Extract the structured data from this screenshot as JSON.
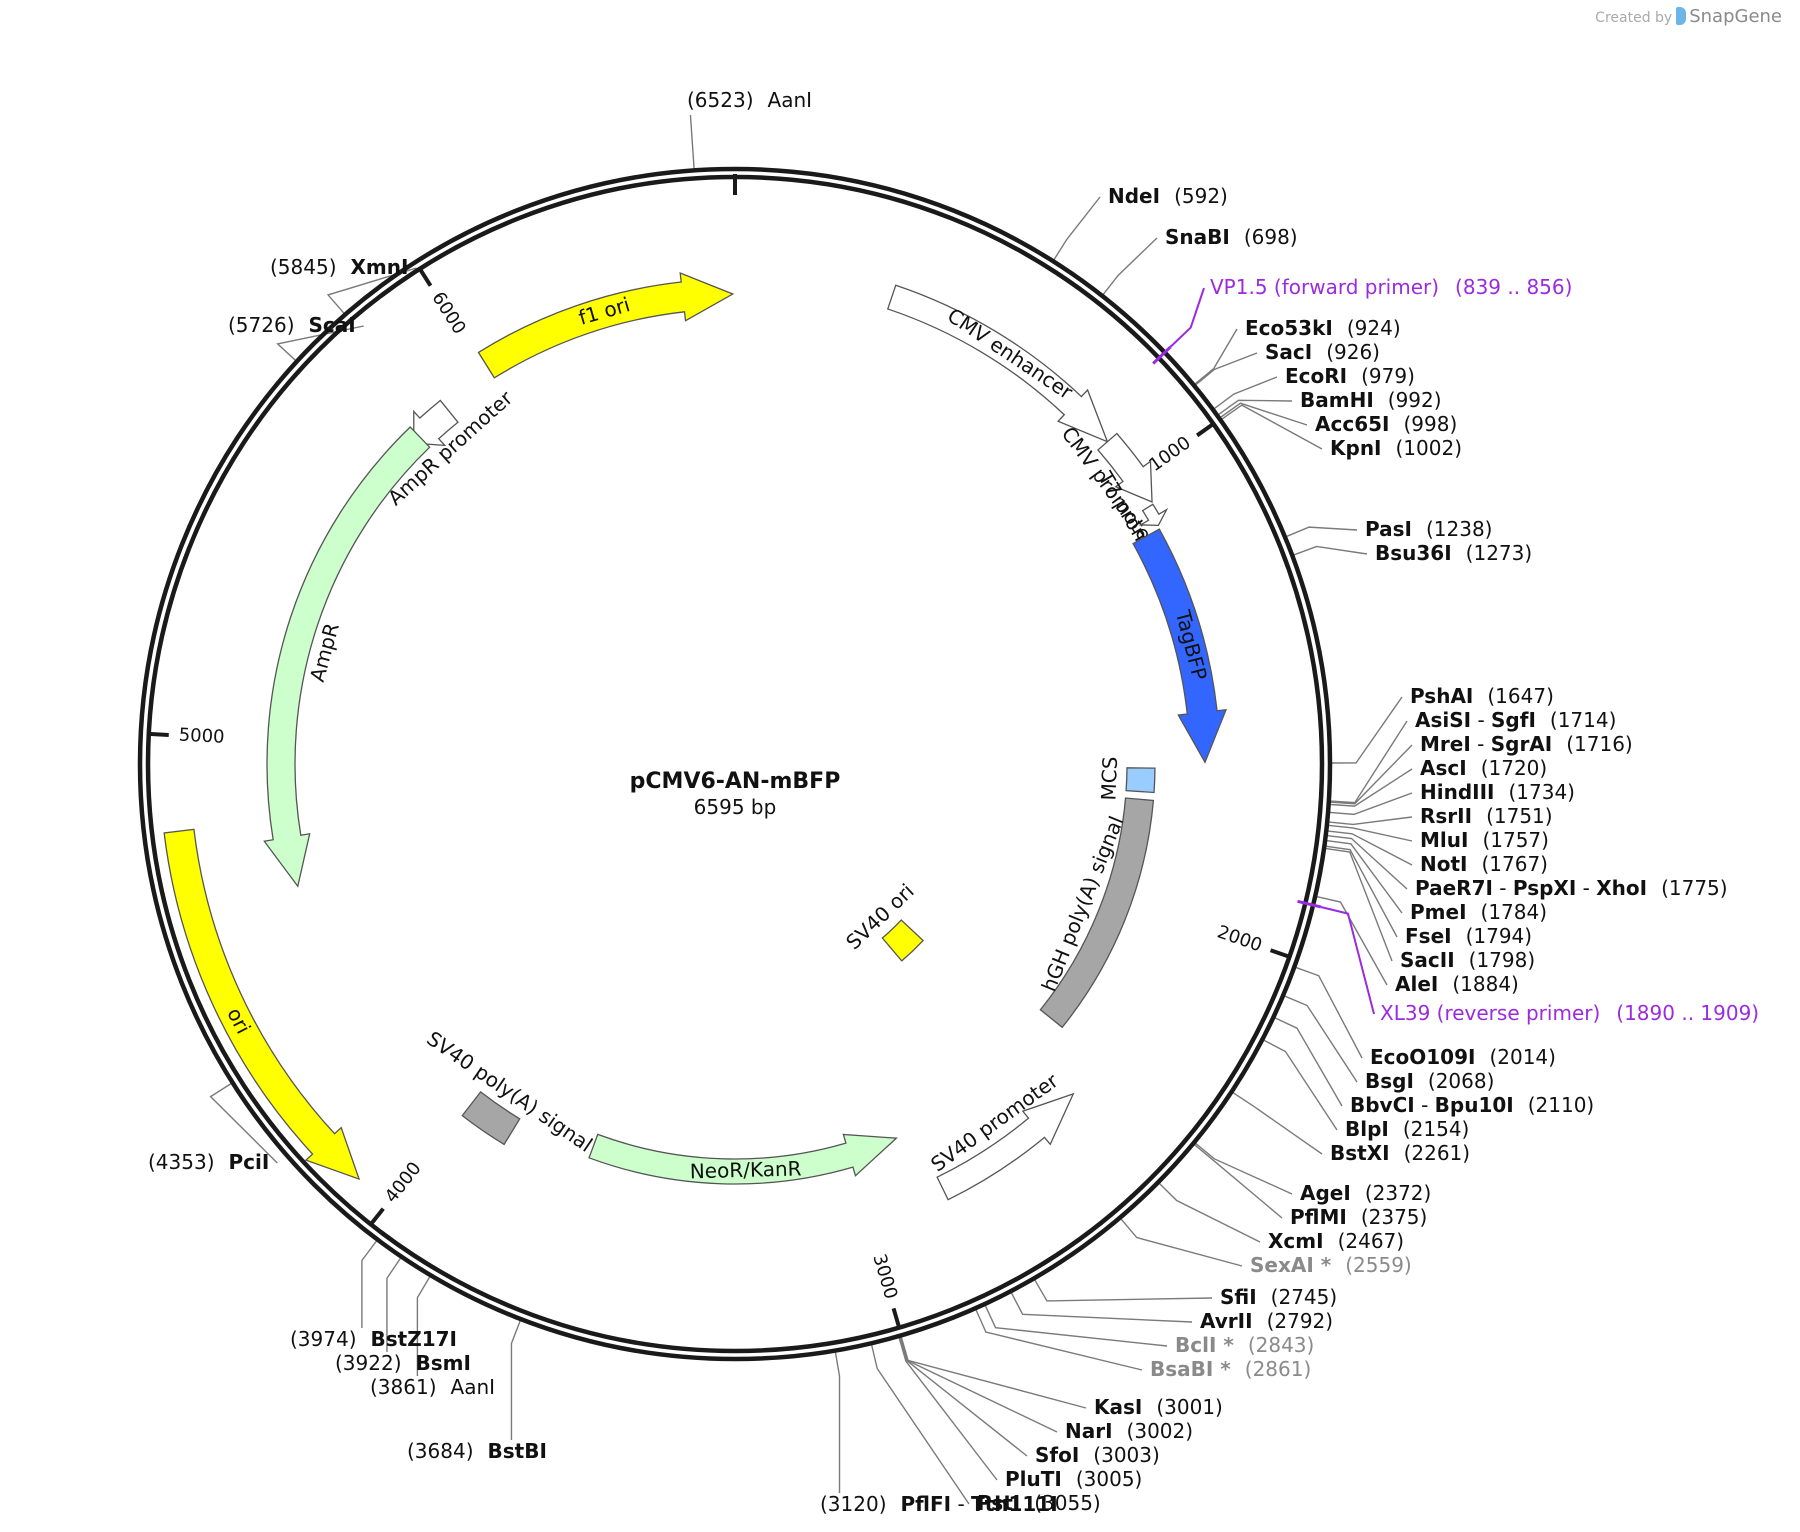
{
  "header": {
    "created_by": "Created by",
    "brand": "SnapGene"
  },
  "plasmid": {
    "name": "pCMV6-AN-mBFP",
    "length_text": "6595 bp",
    "length_bp": 6595
  },
  "colors": {
    "backbone": "#1a1a1a",
    "primer": "#9b2be0",
    "site_line": "#7a7a7a",
    "yellow": "#ffff00",
    "green": "#ccffcc",
    "blue": "#3366ff",
    "light_blue": "#99ccff",
    "gray": "#a6a6a6",
    "white": "#ffffff"
  },
  "ticks": [
    {
      "bp": 1000,
      "label": "1000"
    },
    {
      "bp": 2000,
      "label": "2000"
    },
    {
      "bp": 3000,
      "label": "3000"
    },
    {
      "bp": 4000,
      "label": "4000"
    },
    {
      "bp": 5000,
      "label": "5000"
    },
    {
      "bp": 6000,
      "label": "6000"
    }
  ],
  "features": [
    {
      "name": "f1 ori",
      "start": 6010,
      "end": 6590,
      "dir": 1,
      "color": "#ffff00",
      "label_mode": "inside"
    },
    {
      "name": "AmpR promoter",
      "start": 5770,
      "end": 5880,
      "dir": -1,
      "color": "#ffffff",
      "label_mode": "inside-left"
    },
    {
      "name": "AmpR",
      "start": 4660,
      "end": 5790,
      "dir": -1,
      "color": "#ccffcc",
      "label_mode": "inside-left"
    },
    {
      "name": "ori",
      "start": 4070,
      "end": 4820,
      "dir": -1,
      "color": "#ffff00",
      "label_mode": "inside"
    },
    {
      "name": "CMV enhancer",
      "start": 340,
      "end": 900,
      "dir": 1,
      "color": "#ffffff",
      "label_mode": "inside"
    },
    {
      "name": "CMV promoter",
      "start": 900,
      "end": 1060,
      "dir": 1,
      "color": "#ffffff",
      "label_mode": "inside-left"
    },
    {
      "name": "T7 promoter",
      "start": 1065,
      "end": 1110,
      "dir": 1,
      "color": "#ffffff",
      "label_mode": "inside-left"
    },
    {
      "name": "TagBFP",
      "start": 1118,
      "end": 1645,
      "dir": 1,
      "color": "#3366ff",
      "label_mode": "inside"
    },
    {
      "name": "MCS",
      "start": 1659,
      "end": 1720,
      "dir": 0,
      "color": "#99ccff",
      "label_mode": "inside-left"
    },
    {
      "name": "hGH poly(A) signal",
      "start": 1740,
      "end": 2360,
      "dir": 0,
      "color": "#a6a6a6",
      "label_mode": "inside-left"
    },
    {
      "name": "SV40 ori",
      "start": 2440,
      "end": 2560,
      "dir": 0,
      "color": "#ffff00",
      "label_mode": "inside-left"
    },
    {
      "name": "SV40 promoter",
      "start": 2460,
      "end": 2820,
      "dir": -1,
      "color": "#ffffff",
      "label_mode": "inside-left"
    },
    {
      "name": "NeoR/KanR",
      "start": 2870,
      "end": 3670,
      "dir": -1,
      "color": "#ccffcc",
      "label_mode": "inside"
    },
    {
      "name": "SV40 poly(A) signal",
      "start": 3870,
      "end": 3990,
      "dir": 0,
      "color": "#a6a6a6",
      "label_mode": "inside-left"
    }
  ],
  "primers": [
    {
      "name": "VP1.5 (forward primer)",
      "range": "(839 .. 856)",
      "bp": 847,
      "dir": 1
    },
    {
      "name": "XL39 (reverse primer)",
      "range": "(1890 .. 1909)",
      "bp": 1900,
      "dir": -1
    }
  ],
  "sites_right": [
    {
      "text": [
        [
          "NdeI",
          true
        ]
      ],
      "pos": "(592)",
      "bp": 592
    },
    {
      "text": [
        [
          "SnaBI",
          true
        ]
      ],
      "pos": "(698)",
      "bp": 698
    },
    {
      "text": [
        [
          "Eco53kI",
          true
        ]
      ],
      "pos": "(924)",
      "bp": 924
    },
    {
      "text": [
        [
          "SacI",
          true
        ]
      ],
      "pos": "(926)",
      "bp": 926
    },
    {
      "text": [
        [
          "EcoRI",
          true
        ]
      ],
      "pos": "(979)",
      "bp": 979
    },
    {
      "text": [
        [
          "BamHI",
          true
        ]
      ],
      "pos": "(992)",
      "bp": 992
    },
    {
      "text": [
        [
          "Acc65I",
          true
        ]
      ],
      "pos": "(998)",
      "bp": 998
    },
    {
      "text": [
        [
          "KpnI",
          true
        ]
      ],
      "pos": "(1002)",
      "bp": 1002
    },
    {
      "text": [
        [
          "PasI",
          true
        ]
      ],
      "pos": "(1238)",
      "bp": 1238
    },
    {
      "text": [
        [
          "Bsu36I",
          true
        ]
      ],
      "pos": "(1273)",
      "bp": 1273
    },
    {
      "text": [
        [
          "PshAI",
          true
        ]
      ],
      "pos": "(1647)",
      "bp": 1647
    },
    {
      "text": [
        [
          "AsiSI",
          true
        ],
        [
          " - ",
          false
        ],
        [
          "SgfI",
          true
        ]
      ],
      "pos": "(1714)",
      "bp": 1714
    },
    {
      "text": [
        [
          "MreI",
          true
        ],
        [
          " - ",
          false
        ],
        [
          "SgrAI",
          true
        ]
      ],
      "pos": "(1716)",
      "bp": 1716
    },
    {
      "text": [
        [
          "AscI",
          true
        ]
      ],
      "pos": "(1720)",
      "bp": 1720
    },
    {
      "text": [
        [
          "HindIII",
          true
        ]
      ],
      "pos": "(1734)",
      "bp": 1734
    },
    {
      "text": [
        [
          "RsrII",
          true
        ]
      ],
      "pos": "(1751)",
      "bp": 1751
    },
    {
      "text": [
        [
          "MluI",
          true
        ]
      ],
      "pos": "(1757)",
      "bp": 1757
    },
    {
      "text": [
        [
          "NotI",
          true
        ]
      ],
      "pos": "(1767)",
      "bp": 1767
    },
    {
      "text": [
        [
          "PaeR7I",
          true
        ],
        [
          " - ",
          false
        ],
        [
          "PspXI",
          true
        ],
        [
          " - ",
          false
        ],
        [
          "XhoI",
          true
        ]
      ],
      "pos": "(1775)",
      "bp": 1775
    },
    {
      "text": [
        [
          "PmeI",
          true
        ]
      ],
      "pos": "(1784)",
      "bp": 1784
    },
    {
      "text": [
        [
          "FseI",
          true
        ]
      ],
      "pos": "(1794)",
      "bp": 1794
    },
    {
      "text": [
        [
          "SacII",
          true
        ]
      ],
      "pos": "(1798)",
      "bp": 1798
    },
    {
      "text": [
        [
          "AleI",
          true
        ]
      ],
      "pos": "(1884)",
      "bp": 1884
    },
    {
      "text": [
        [
          "EcoO109I",
          true
        ]
      ],
      "pos": "(2014)",
      "bp": 2014
    },
    {
      "text": [
        [
          "BsgI",
          true
        ]
      ],
      "pos": "(2068)",
      "bp": 2068
    },
    {
      "text": [
        [
          "BbvCI",
          true
        ],
        [
          " - ",
          false
        ],
        [
          "Bpu10I",
          true
        ]
      ],
      "pos": "(2110)",
      "bp": 2110
    },
    {
      "text": [
        [
          "BlpI",
          true
        ]
      ],
      "pos": "(2154)",
      "bp": 2154
    },
    {
      "text": [
        [
          "BstXI",
          true
        ]
      ],
      "pos": "(2261)",
      "bp": 2261
    },
    {
      "text": [
        [
          "AgeI",
          true
        ]
      ],
      "pos": "(2372)",
      "bp": 2372
    },
    {
      "text": [
        [
          "PflMI",
          true
        ]
      ],
      "pos": "(2375)",
      "bp": 2375
    },
    {
      "text": [
        [
          "XcmI",
          true
        ]
      ],
      "pos": "(2467)",
      "bp": 2467
    },
    {
      "text": [
        [
          "SexAI *",
          true
        ]
      ],
      "pos": "(2559)",
      "bp": 2559,
      "gray": true
    },
    {
      "text": [
        [
          "SfiI",
          true
        ]
      ],
      "pos": "(2745)",
      "bp": 2745
    },
    {
      "text": [
        [
          "AvrII",
          true
        ]
      ],
      "pos": "(2792)",
      "bp": 2792
    },
    {
      "text": [
        [
          "BclI *",
          true
        ]
      ],
      "pos": "(2843)",
      "bp": 2843,
      "gray": true
    },
    {
      "text": [
        [
          "BsaBI *",
          true
        ]
      ],
      "pos": "(2861)",
      "bp": 2861,
      "gray": true
    },
    {
      "text": [
        [
          "KasI",
          true
        ]
      ],
      "pos": "(3001)",
      "bp": 3001
    },
    {
      "text": [
        [
          "NarI",
          true
        ]
      ],
      "pos": "(3002)",
      "bp": 3002
    },
    {
      "text": [
        [
          "SfoI",
          true
        ]
      ],
      "pos": "(3003)",
      "bp": 3003
    },
    {
      "text": [
        [
          "PluTI",
          true
        ]
      ],
      "pos": "(3005)",
      "bp": 3005
    },
    {
      "text": [
        [
          "PstI",
          true
        ]
      ],
      "pos": "(3055)",
      "bp": 3055
    }
  ],
  "sites_left": [
    {
      "text": [
        [
          "AanI",
          false
        ]
      ],
      "pos": "(6523)",
      "bp": 6523
    },
    {
      "text": [
        [
          "XmnI",
          true
        ]
      ],
      "pos": "(5845)",
      "bp": 5845
    },
    {
      "text": [
        [
          "ScaI",
          true
        ]
      ],
      "pos": "(5726)",
      "bp": 5726
    },
    {
      "text": [
        [
          "PciI",
          true
        ]
      ],
      "pos": "(4353)",
      "bp": 4353
    },
    {
      "text": [
        [
          "BstZ17I",
          true
        ]
      ],
      "pos": "(3974)",
      "bp": 3974
    },
    {
      "text": [
        [
          "BsmI",
          true
        ]
      ],
      "pos": "(3922)",
      "bp": 3922
    },
    {
      "text": [
        [
          "AanI",
          false
        ]
      ],
      "pos": "(3861)",
      "bp": 3861
    },
    {
      "text": [
        [
          "BstBI",
          true
        ]
      ],
      "pos": "(3684)",
      "bp": 3684
    },
    {
      "text": [
        [
          "PflFI",
          true
        ],
        [
          " - ",
          false
        ],
        [
          "Tth111I",
          true
        ]
      ],
      "pos": "(3120)",
      "bp": 3120
    }
  ]
}
